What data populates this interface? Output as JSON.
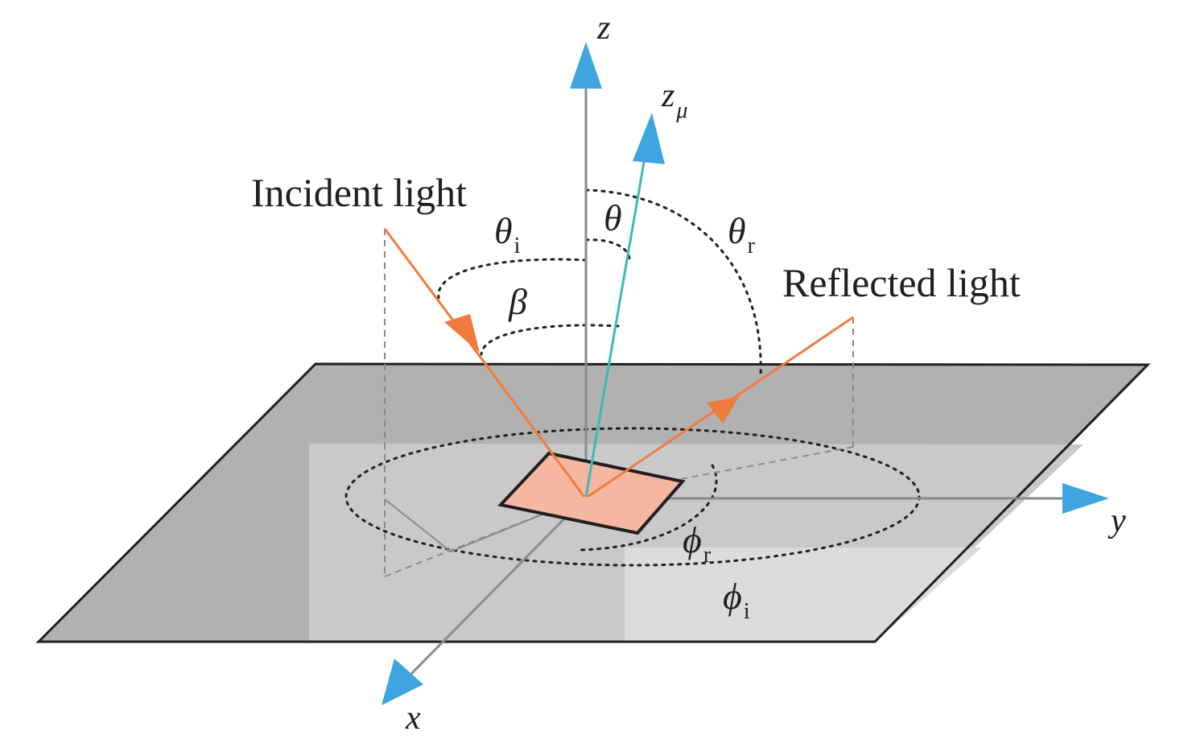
{
  "labels": {
    "incident": "Incident light",
    "reflected": "Reflected light"
  },
  "axes": {
    "x": "x",
    "y": "y",
    "z": "z",
    "z_mu": {
      "base": "z",
      "sub": "μ"
    }
  },
  "angles": {
    "theta_i": {
      "base": "θ",
      "sub": "i"
    },
    "theta": {
      "base": "θ"
    },
    "theta_r": {
      "base": "θ",
      "sub": "r"
    },
    "beta": {
      "base": "β"
    },
    "phi_r": {
      "base": "ϕ",
      "sub": "r"
    },
    "phi_i": {
      "base": "ϕ",
      "sub": "i"
    }
  },
  "colors": {
    "plane_dark": "#b1b1b1",
    "plane_mid": "#c9c9c9",
    "plane_light": "#dcdcdc",
    "facet_fill": "#f5b7a0",
    "ray": "#f07b3f",
    "axis_arrow": "#3ea5e1",
    "normal": "#3eb8b8",
    "axis_line": "#8a8a8a",
    "outline": "#231f20"
  }
}
